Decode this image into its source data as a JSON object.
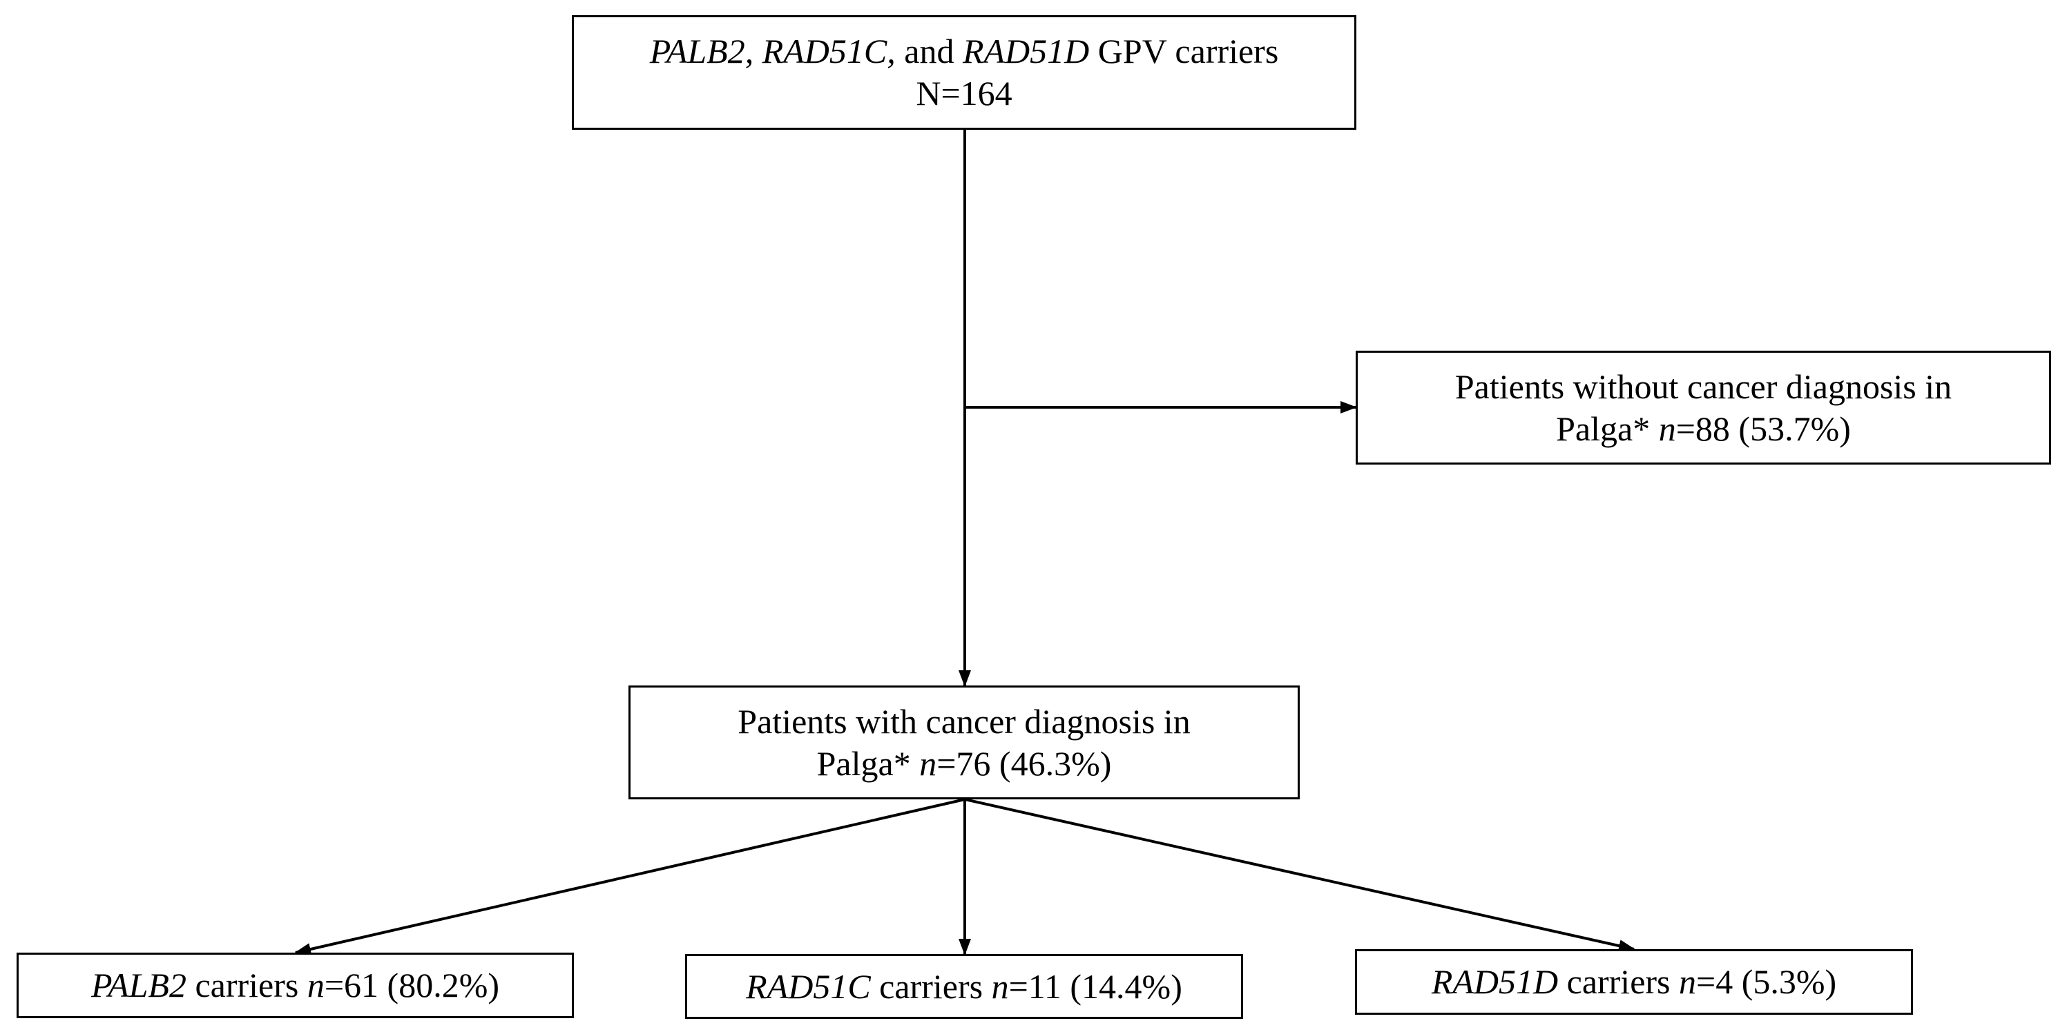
{
  "diagram": {
    "nodes": {
      "top": {
        "gene1": "PALB2,",
        "gene2": "RAD51C,",
        "conj": "and",
        "gene3": "RAD51D",
        "suffix": "GPV carriers",
        "total": "N=164"
      },
      "excluded": {
        "line1": "Patients without cancer diagnosis in",
        "prefix": "Palga*",
        "n_label": "n",
        "value": "=88 (53.7%)"
      },
      "included": {
        "line1": "Patients with cancer diagnosis in",
        "prefix": "Palga*",
        "n_label": "n",
        "value": "=76 (46.3%)"
      },
      "palb2": {
        "gene": "PALB2",
        "text": "carriers",
        "n_label": "n",
        "value": "=61 (80.2%)"
      },
      "rad51c": {
        "gene": "RAD51C",
        "text": "carriers",
        "n_label": "n",
        "value": "=11 (14.4%)"
      },
      "rad51d": {
        "gene": "RAD51D",
        "text": "carriers",
        "n_label": "n",
        "value": "=4 (5.3%)"
      }
    },
    "edges": [
      {
        "from": "top",
        "to": "excluded"
      },
      {
        "from": "top",
        "to": "included"
      },
      {
        "from": "included",
        "to": "palb2"
      },
      {
        "from": "included",
        "to": "rad51c"
      },
      {
        "from": "included",
        "to": "rad51d"
      }
    ],
    "colors": {
      "line": "#000000",
      "box_border": "#000000",
      "background": "#ffffff"
    }
  }
}
